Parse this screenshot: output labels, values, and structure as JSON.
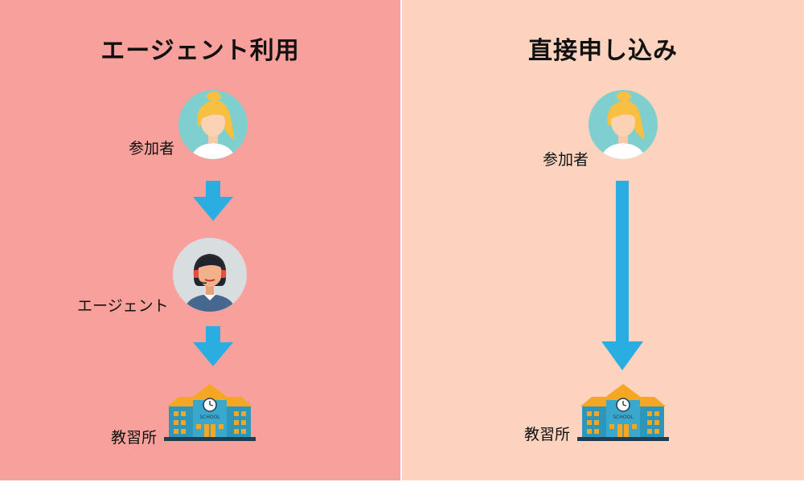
{
  "colors": {
    "left_bg": "#f8a19c",
    "right_bg": "#fbd3be",
    "arrow": "#2aaee2",
    "participant_circle": "#7ecfcd",
    "agent_circle": "#d8dde0",
    "school_body": "#2c96bb",
    "school_roof": "#f5a623"
  },
  "left": {
    "title": "エージェント利用",
    "participant_label": "参加者",
    "agent_label": "エージェント",
    "school_label": "教習所",
    "school_sign": "SCHOOL"
  },
  "right": {
    "title": "直接申し込み",
    "participant_label": "参加者",
    "school_label": "教習所",
    "school_sign": "SCHOOL"
  },
  "icons": {
    "participant": "woman-avatar-icon",
    "agent": "headset-agent-avatar-icon",
    "school": "school-building-icon",
    "arrow": "arrow-down-icon"
  }
}
